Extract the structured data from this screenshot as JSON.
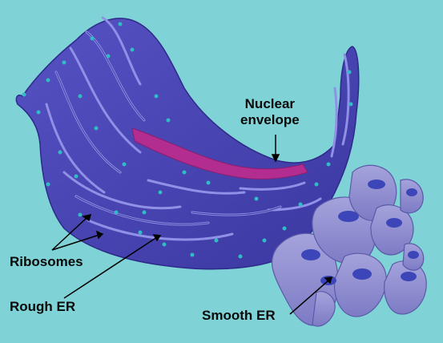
{
  "labels": {
    "nuclear_envelope_line1": "Nuclear",
    "nuclear_envelope_line2": "envelope",
    "ribosomes": "Ribosomes",
    "rough_er": "Rough ER",
    "smooth_er": "Smooth ER"
  },
  "colors": {
    "background": "#7fd3d6",
    "rough_er_body": "#4b46b4",
    "cisterna_lumen": "#6a6ad8",
    "nuclear_envelope": "#b32c8f",
    "smooth_er": "#8d8bd0",
    "smooth_er_lumen": "#3c46b8",
    "ribosome": "#2fbcc4",
    "label_text": "#0a0a0a"
  }
}
